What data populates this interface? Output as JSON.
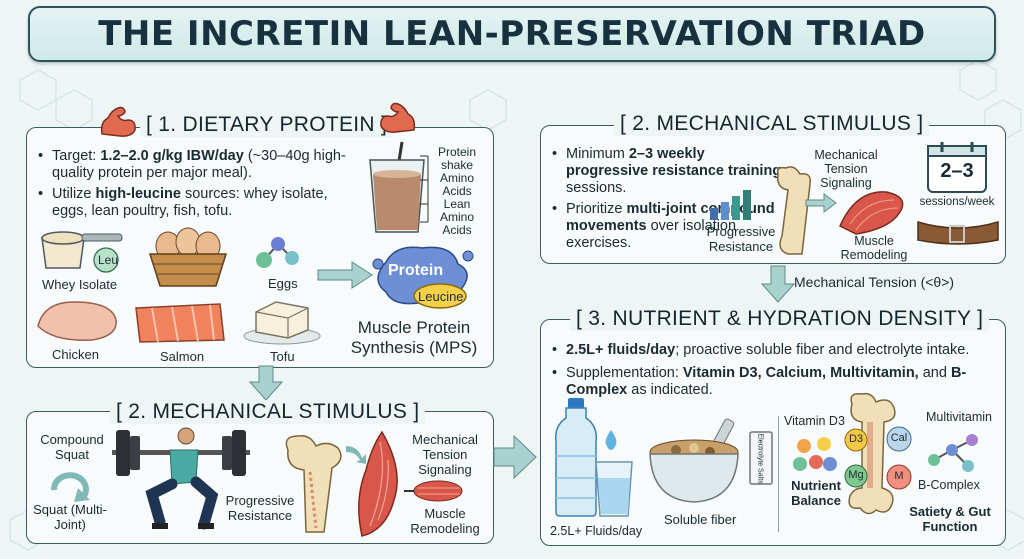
{
  "title": "THE INCRETIN LEAN-PRESERVATION TRIAD",
  "protein": {
    "heading": "[ 1. DIETARY PROTEIN ]",
    "bullet1": {
      "pre": "Target: ",
      "bold": "1.2–2.0 g/kg IBW/day",
      "post": " (~30–40g high-quality protein per major meal)."
    },
    "bullet2": {
      "pre": "Utilize ",
      "bold": "high-leucine",
      "post": " sources: whey isolate, eggs, lean poultry, fish, tofu."
    },
    "shake_labels": [
      "Protein shake",
      "Amino Acids",
      "Lean Amino Acids"
    ],
    "foods": {
      "whey": "Whey Isolate",
      "leu": "Leu",
      "eggs": "Eggs",
      "chicken": "Chicken",
      "salmon": "Salmon",
      "tofu": "Tofu"
    },
    "molecule": {
      "protein": "Protein",
      "leucine": "Leucine"
    },
    "mps": "Muscle Protein Synthesis (MPS)"
  },
  "mech_top": {
    "heading": "[ 2. MECHANICAL STIMULUS ]",
    "bullet1": {
      "pre": "Minimum ",
      "bold": "2–3 weekly progressive resistance training",
      "post": " sessions."
    },
    "bullet2": {
      "pre": "Prioritize ",
      "bold": "multi-joint compound movements",
      "post": " over isolation exercises."
    },
    "progressive": "Progressive Resistance",
    "tension": "Mechanical Tension Signaling",
    "remodel": "Muscle Remodeling",
    "calendar": "2–3",
    "sessions": "sessions/week"
  },
  "connector": "Mechanical Tension (<θ>)",
  "mech_bottom": {
    "heading": "[ 2. MECHANICAL STIMULUS ]",
    "compound": "Compound Squat",
    "squat": "Squat (Multi-Joint)",
    "progressive": "Progressive Resistance",
    "tension": "Mechanical Tension Signaling",
    "remodel": "Muscle Remodeling"
  },
  "nutrient": {
    "heading": "[ 3. NUTRIENT & HYDRATION DENSITY ]",
    "bullet1": {
      "bold": "2.5L+ fluids/day",
      "post": "; proactive soluble fiber and electrolyte intake."
    },
    "bullet2": {
      "pre": "Supplementation: ",
      "bold": "Vitamin D3, Calcium, Multivitamin,",
      "mid": " and ",
      "bold2": "B-Complex",
      "post": " as indicated."
    },
    "fluids": "2.5L+ Fluids/day",
    "fiber": "Soluble fiber",
    "packet": "Electrolyte Salts",
    "vitd": "Vitamin D3",
    "multi": "Multivitamin",
    "bcomplex": "B-Complex",
    "balance": "Nutrient Balance",
    "satiety": "Satiety & Gut Function",
    "pills": {
      "d3": "D3",
      "cal": "Cal",
      "mg": "Mg",
      "m": "M"
    }
  },
  "colors": {
    "border": "#3d5a66",
    "teal": "#7fb9b6",
    "muscle": "#d9574a",
    "bone": "#f1dfb8"
  }
}
